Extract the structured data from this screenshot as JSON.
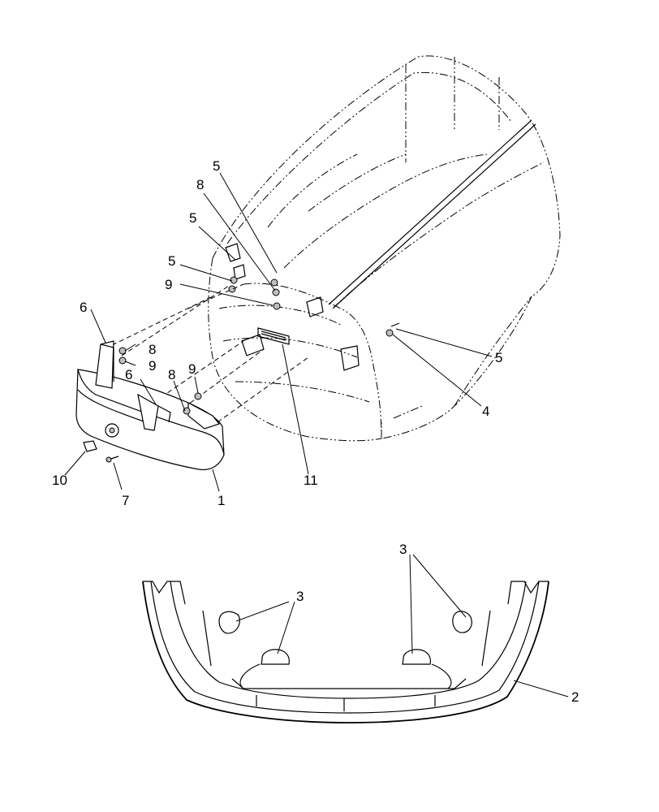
{
  "callouts": {
    "c1": "1",
    "c2": "2",
    "c3a": "3",
    "c3b": "3",
    "c4": "4",
    "c5a": "5",
    "c5b": "5",
    "c5c": "5",
    "c5d": "5",
    "c6a": "6",
    "c6b": "6",
    "c7": "7",
    "c8a": "8",
    "c8b": "8",
    "c8c": "8",
    "c9a": "9",
    "c9b": "9",
    "c9c": "9",
    "c10": "10",
    "c11": "11"
  },
  "colors": {
    "line": "#000000",
    "background": "#ffffff",
    "fastener_fill": "#bfbfbf"
  }
}
